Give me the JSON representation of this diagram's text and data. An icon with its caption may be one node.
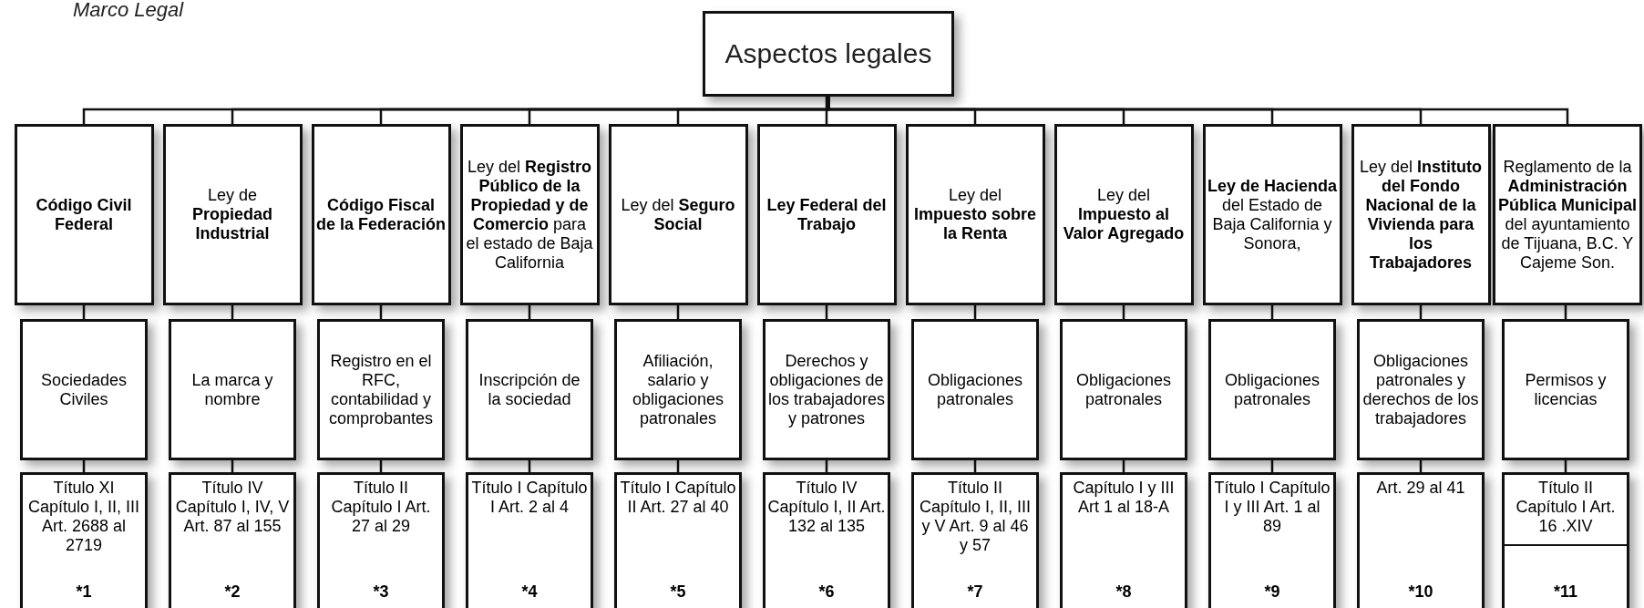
{
  "diagram": {
    "title": "Marco Legal",
    "nodes": [
      {
        "text": [
          "Aspectos legales"
        ]
      },
      {
        "text": [
          "Código Civil Federal"
        ]
      },
      {
        "text": [
          "Ley de **Propiedad Industrial**"
        ]
      },
      {
        "text": [
          "Código Fiscal de la Federación"
        ]
      },
      {
        "text": [
          "Ley del **Registro Público de la Propiedad y de Comercio** para el estado de Baja California"
        ]
      },
      {
        "text": [
          "Ley del **Seguro Social**"
        ]
      },
      {
        "text": [
          "Ley Federal del Trabajo"
        ]
      },
      {
        "text": [
          "Ley del **Impuesto sobre la Renta**"
        ]
      },
      {
        "text": [
          "Ley del **Impuesto al Valor Agregado**"
        ]
      },
      {
        "text": [
          "**Ley de Hacienda** del Estado de Baja California y Sonora,"
        ]
      },
      {
        "text": [
          "Ley del **Instituto del Fondo Nacional de la Vivienda para los Trabajadores**"
        ]
      },
      {
        "text": [
          "Reglamento de la **Administración Pública Municipal** del ayuntamiento de Tijuana, B.C. Y Cajeme Son."
        ]
      },
      {
        "text": [
          "Sociedades Civiles"
        ]
      },
      {
        "text": [
          "La marca y nombre"
        ]
      },
      {
        "text": [
          "Registro en el RFC, contabilidad y comprobantes"
        ]
      },
      {
        "text": [
          "Inscripción de la sociedad"
        ]
      },
      {
        "text": [
          "Afiliación, salario y obligaciones patronales"
        ]
      },
      {
        "text": [
          "Derechos y obligaciones de los trabajadores y patrones"
        ]
      },
      {
        "text": [
          "Obligaciones patronales"
        ]
      },
      {
        "text": [
          "Obligaciones patronales"
        ]
      },
      {
        "text": [
          "Obligaciones patronales"
        ]
      },
      {
        "text": [
          "Obligaciones patronales y derechos de los trabajadores"
        ]
      },
      {
        "text": [
          "Permisos y licencias"
        ]
      },
      {
        "text": [
          "Título XI Capítulo I, II, III Art. 2688 al 2719",
          "*1"
        ]
      },
      {
        "text": [
          "Título IV Capítulo I, IV, V Art. 87 al 155",
          "*2"
        ]
      },
      {
        "text": [
          "Título II Capítulo I Art. 27 al 29",
          "*3"
        ]
      },
      {
        "text": [
          "Título I Capítulo I Art. 2 al 4",
          "*4"
        ]
      },
      {
        "text": [
          "Título I Capítulo II Art. 27 al 40",
          "*5"
        ]
      },
      {
        "text": [
          "Título IV Capítulo I, II Art. 132 al 135",
          "*6"
        ]
      },
      {
        "text": [
          "Título II Capítulo I, II, III y V Art. 9 al 46 y 57",
          "*7"
        ]
      },
      {
        "text": [
          "Capítulo I y III Art 1 al 18-A",
          "*8"
        ]
      },
      {
        "text": [
          "Título I Capítulo I y III Art. 1 al 89",
          "*9"
        ]
      },
      {
        "text": [
          "Art. 29 al 41",
          "*10"
        ]
      },
      {
        "text": [
          "Título II Capítulo I Art. 16 .XIV",
          "*11"
        ]
      }
    ],
    "edges": [
      {
        "from": 0,
        "to": 1,
        "arrow": "none"
      },
      {
        "from": 0,
        "to": 2,
        "arrow": "none"
      },
      {
        "from": 0,
        "to": 3,
        "arrow": "none"
      },
      {
        "from": 0,
        "to": 4,
        "arrow": "none"
      },
      {
        "from": 0,
        "to": 5,
        "arrow": "none"
      },
      {
        "from": 0,
        "to": 6,
        "arrow": "none"
      },
      {
        "from": 0,
        "to": 7,
        "arrow": "none"
      },
      {
        "from": 0,
        "to": 8,
        "arrow": "none"
      },
      {
        "from": 0,
        "to": 9,
        "arrow": "none"
      },
      {
        "from": 0,
        "to": 10,
        "arrow": "none"
      },
      {
        "from": 0,
        "to": 11,
        "arrow": "none"
      },
      {
        "from": 1,
        "to": 12,
        "arrow": "none"
      },
      {
        "from": 2,
        "to": 13,
        "arrow": "none"
      },
      {
        "from": 3,
        "to": 14,
        "arrow": "none"
      },
      {
        "from": 4,
        "to": 15,
        "arrow": "none"
      },
      {
        "from": 5,
        "to": 16,
        "arrow": "none"
      },
      {
        "from": 6,
        "to": 17,
        "arrow": "none"
      },
      {
        "from": 7,
        "to": 18,
        "arrow": "none"
      },
      {
        "from": 8,
        "to": 19,
        "arrow": "none"
      },
      {
        "from": 9,
        "to": 20,
        "arrow": "none"
      },
      {
        "from": 10,
        "to": 21,
        "arrow": "none"
      },
      {
        "from": 11,
        "to": 22,
        "arrow": "none"
      },
      {
        "from": 12,
        "to": 23,
        "arrow": "none"
      },
      {
        "from": 13,
        "to": 24,
        "arrow": "none"
      },
      {
        "from": 14,
        "to": 25,
        "arrow": "none"
      },
      {
        "from": 15,
        "to": 26,
        "arrow": "none"
      },
      {
        "from": 16,
        "to": 27,
        "arrow": "none"
      },
      {
        "from": 17,
        "to": 28,
        "arrow": "none"
      },
      {
        "from": 18,
        "to": 29,
        "arrow": "none"
      },
      {
        "from": 19,
        "to": 30,
        "arrow": "none"
      },
      {
        "from": 20,
        "to": 31,
        "arrow": "none"
      },
      {
        "from": 21,
        "to": 32,
        "arrow": "none"
      },
      {
        "from": 22,
        "to": 33,
        "arrow": "none"
      }
    ]
  }
}
